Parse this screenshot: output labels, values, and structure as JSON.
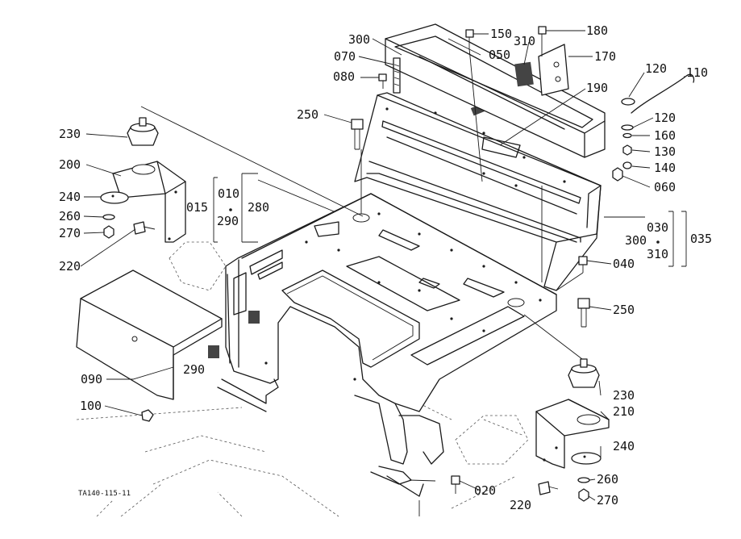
{
  "figure_code": "TA140-115-11",
  "callouts": {
    "c150": "150",
    "c180": "180",
    "c300a": "300",
    "c310a": "310",
    "c050": "050",
    "c170": "170",
    "c070": "070",
    "c080": "080",
    "c120a": "120",
    "c110": "110",
    "c190": "190",
    "c250a": "250",
    "c120b": "120",
    "c160": "160",
    "c230a": "230",
    "c130": "130",
    "c140": "140",
    "c200": "200",
    "c060": "060",
    "c010": "010",
    "c015": "015",
    "c280": "280",
    "c240a": "240",
    "c290a": "290",
    "c260a": "260",
    "c270a": "270",
    "c030": "030",
    "c300b": "300",
    "c035": "035",
    "c310b": "310",
    "c220a": "220",
    "c040": "040",
    "c250b": "250",
    "c090": "090",
    "c290b": "290",
    "c100": "100",
    "c230b": "230",
    "c210": "210",
    "c240b": "240",
    "c260b": "260",
    "c020": "020",
    "c220b": "220",
    "c270b": "270"
  }
}
